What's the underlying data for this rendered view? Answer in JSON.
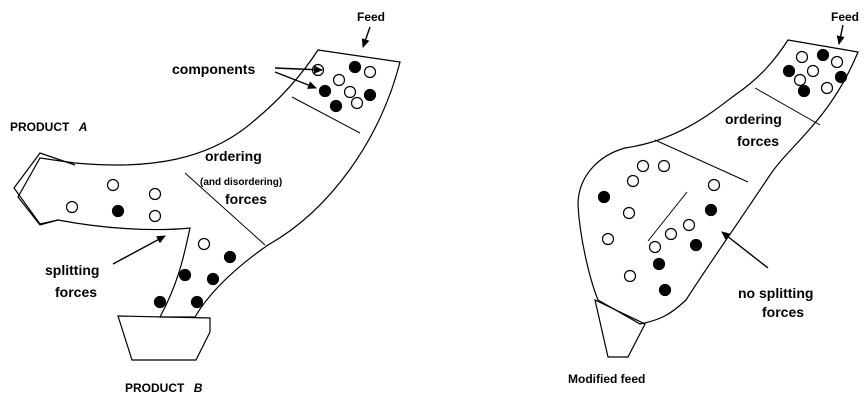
{
  "left_diagram": {
    "feed_label": "Feed",
    "components_label": "components",
    "ordering_label": "ordering",
    "disordering_label": "(and disordering)",
    "forces_label": "forces",
    "product_a_label": "PRODUCT",
    "product_a_letter": "A",
    "product_b_label": "PRODUCT",
    "product_b_letter": "B",
    "splitting_label": "splitting",
    "splitting_forces_label": "forces"
  },
  "right_diagram": {
    "feed_label": "Feed",
    "ordering_label": "ordering",
    "forces_label": "forces",
    "no_splitting_label": "no splitting",
    "no_splitting_forces_label": "forces",
    "modified_feed_label": "Modified feed"
  },
  "legend_semantics": {
    "open_dot": "component (open)",
    "filled_dot": "component (filled)"
  }
}
